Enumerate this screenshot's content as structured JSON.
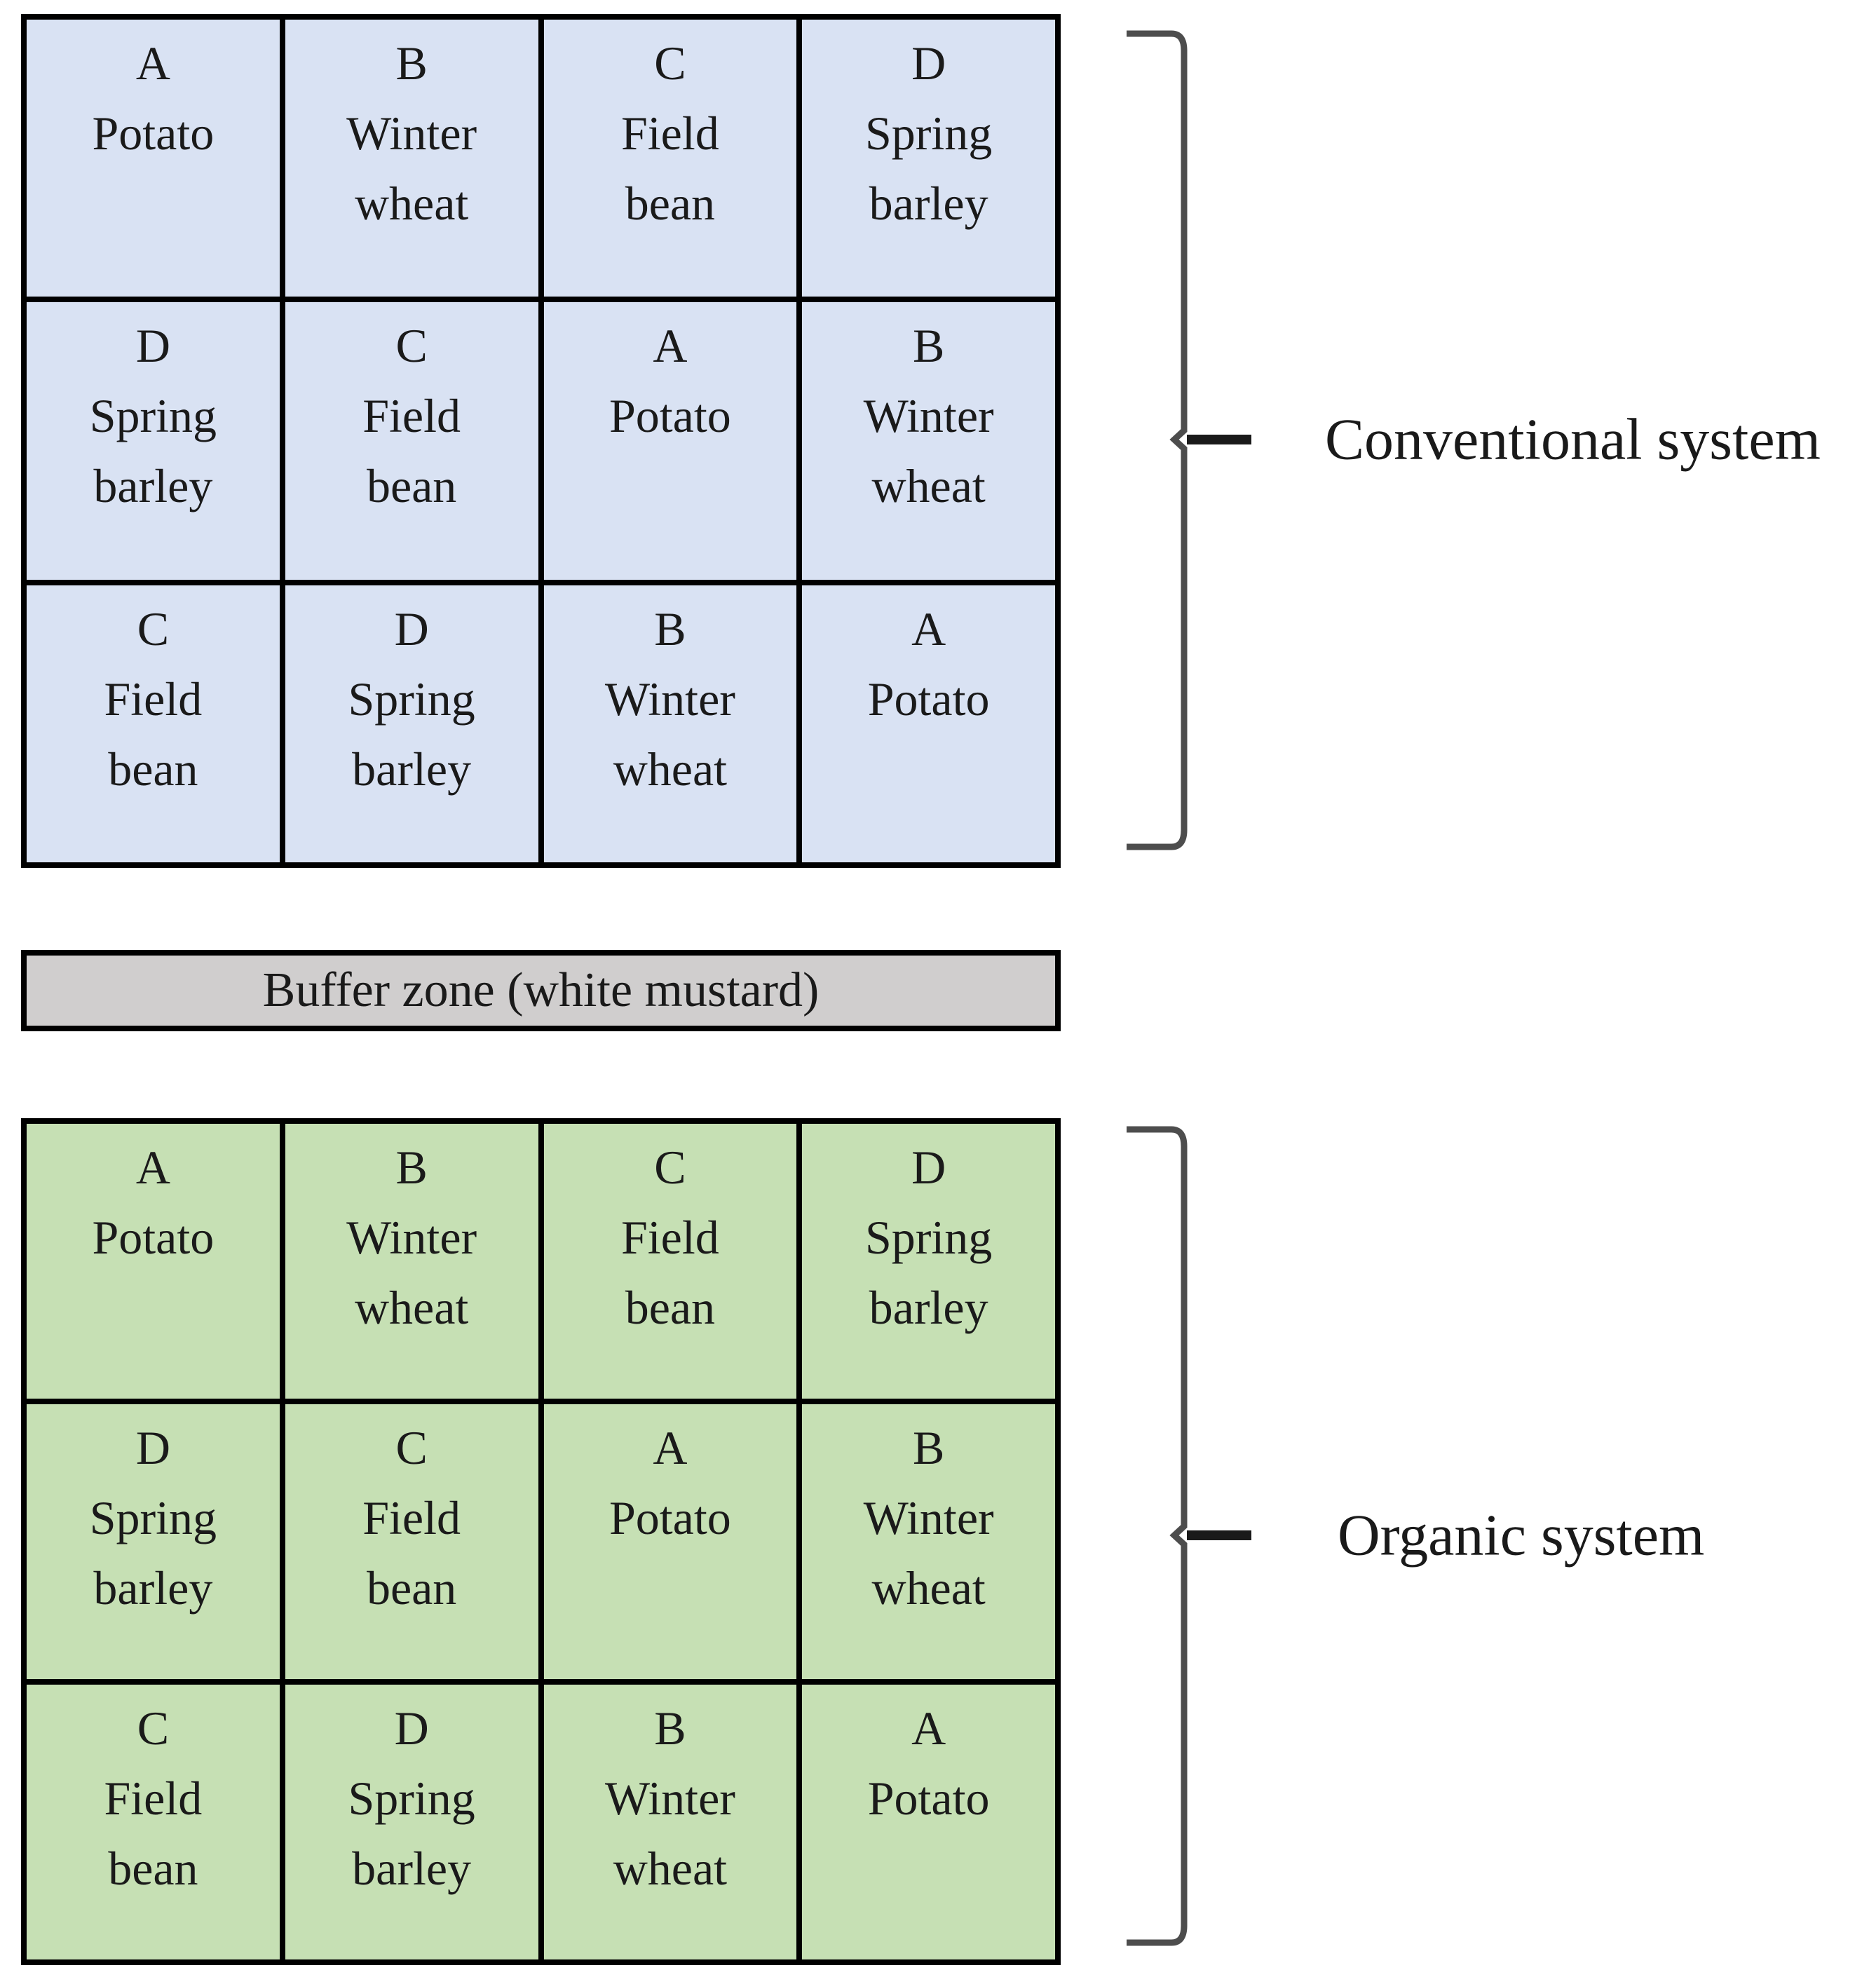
{
  "conventional": {
    "label": "Conventional system",
    "cells": [
      {
        "l1": "A",
        "l2": "Potato",
        "l3": ""
      },
      {
        "l1": "B",
        "l2": "Winter",
        "l3": "wheat"
      },
      {
        "l1": "C",
        "l2": "Field",
        "l3": "bean"
      },
      {
        "l1": "D",
        "l2": "Spring",
        "l3": "barley"
      },
      {
        "l1": "D",
        "l2": "Spring",
        "l3": "barley"
      },
      {
        "l1": "C",
        "l2": "Field",
        "l3": "bean"
      },
      {
        "l1": "A",
        "l2": "Potato",
        "l3": ""
      },
      {
        "l1": "B",
        "l2": "Winter",
        "l3": "wheat"
      },
      {
        "l1": "C",
        "l2": "Field",
        "l3": "bean"
      },
      {
        "l1": "D",
        "l2": "Spring",
        "l3": "barley"
      },
      {
        "l1": "B",
        "l2": "Winter",
        "l3": "wheat"
      },
      {
        "l1": "A",
        "l2": "Potato",
        "l3": ""
      }
    ]
  },
  "buffer": {
    "label": "Buffer zone (white mustard)"
  },
  "organic": {
    "label": "Organic system",
    "cells": [
      {
        "l1": "A",
        "l2": "Potato",
        "l3": ""
      },
      {
        "l1": "B",
        "l2": "Winter",
        "l3": "wheat"
      },
      {
        "l1": "C",
        "l2": "Field",
        "l3": "bean"
      },
      {
        "l1": "D",
        "l2": "Spring",
        "l3": "barley"
      },
      {
        "l1": "D",
        "l2": "Spring",
        "l3": "barley"
      },
      {
        "l1": "C",
        "l2": "Field",
        "l3": "bean"
      },
      {
        "l1": "A",
        "l2": "Potato",
        "l3": ""
      },
      {
        "l1": "B",
        "l2": "Winter",
        "l3": "wheat"
      },
      {
        "l1": "C",
        "l2": "Field",
        "l3": "bean"
      },
      {
        "l1": "D",
        "l2": "Spring",
        "l3": "barley"
      },
      {
        "l1": "B",
        "l2": "Winter",
        "l3": "wheat"
      },
      {
        "l1": "A",
        "l2": "Potato",
        "l3": ""
      }
    ]
  },
  "colors": {
    "conventional_fill": "#d9e2f3",
    "organic_fill": "#c6e0b4",
    "buffer_fill": "#d0cece",
    "border": "#000000",
    "brace": "#4d4d4d",
    "brace_dash": "#1a1a1a",
    "text": "#1a1a1a"
  }
}
